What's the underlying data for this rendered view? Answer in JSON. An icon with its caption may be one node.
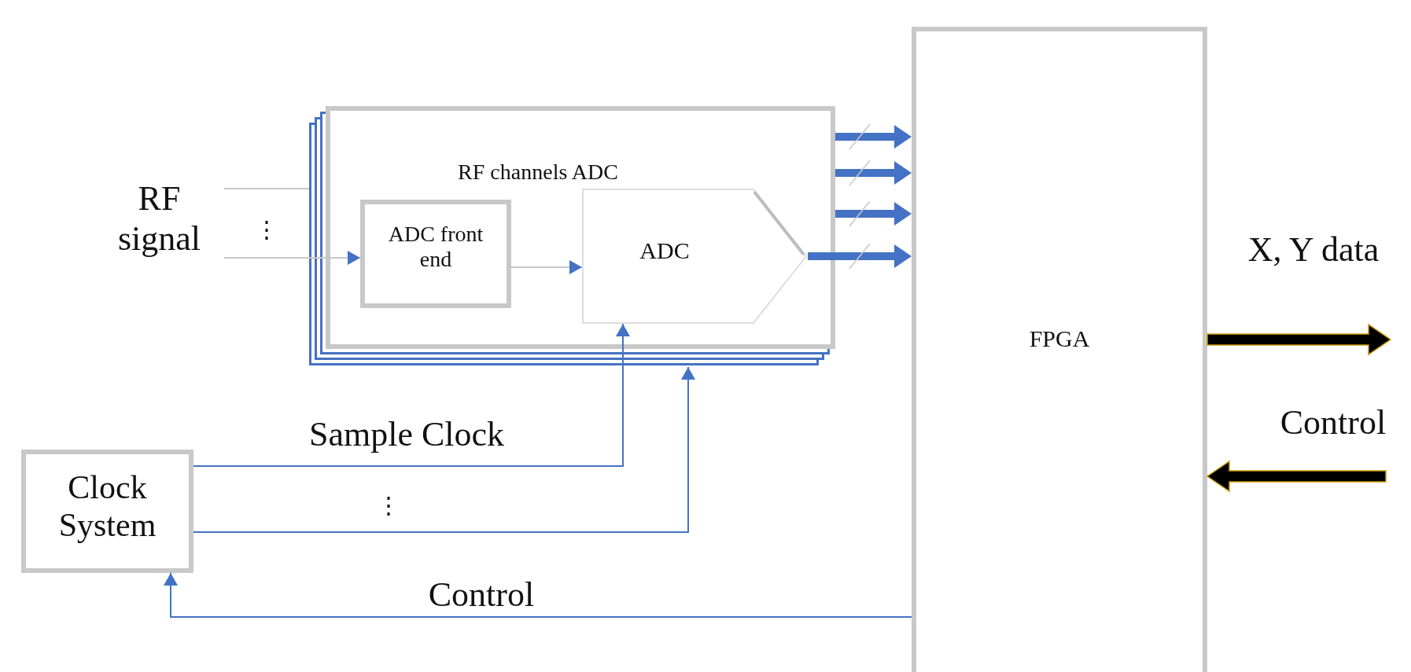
{
  "diagram": {
    "nodes": [
      {
        "text": [
          "RF channels ADC"
        ]
      },
      {
        "text": [
          "ADC front end"
        ],
        "in": 0
      },
      {
        "text": [
          "ADC"
        ],
        "in": 0
      },
      {
        "text": [
          "FPGA"
        ]
      },
      {
        "text": [
          "Clock System"
        ]
      },
      {
        "text": [
          "RF signal"
        ]
      }
    ],
    "edges": [
      {
        "from": 5,
        "to": 0,
        "arrow": "none",
        "color": "#c8c8c8"
      },
      {
        "from": 5,
        "to": 1,
        "arrow": "to",
        "color": "#c8c8c8"
      },
      {
        "from": 1,
        "to": 2,
        "arrow": "to",
        "color": "#c8c8c8"
      },
      {
        "from": 0,
        "to": 3,
        "arrow": "to",
        "style": "thick"
      },
      {
        "from": 0,
        "to": 3,
        "arrow": "to",
        "style": "thick"
      },
      {
        "from": 0,
        "to": 3,
        "arrow": "to",
        "style": "thick"
      },
      {
        "from": 2,
        "to": 3,
        "arrow": "to",
        "style": "thick"
      },
      {
        "from": 4,
        "to": 2,
        "arrow": "to",
        "label": "Sample Clock",
        "color": "#4472c4"
      },
      {
        "from": 4,
        "to": 0,
        "arrow": "to",
        "color": "#4472c4"
      },
      {
        "from": 3,
        "to": 4,
        "arrow": "to",
        "label": "Control",
        "color": "#4472c4"
      },
      {
        "from": 3,
        "to": null,
        "arrow": "to",
        "label": "X, Y data",
        "style": "thick",
        "color": "#000000"
      },
      {
        "from": null,
        "to": 3,
        "arrow": "to",
        "label": "Control",
        "style": "thick",
        "color": "#000000"
      }
    ],
    "labels": [
      "⋮",
      "⋮"
    ]
  }
}
